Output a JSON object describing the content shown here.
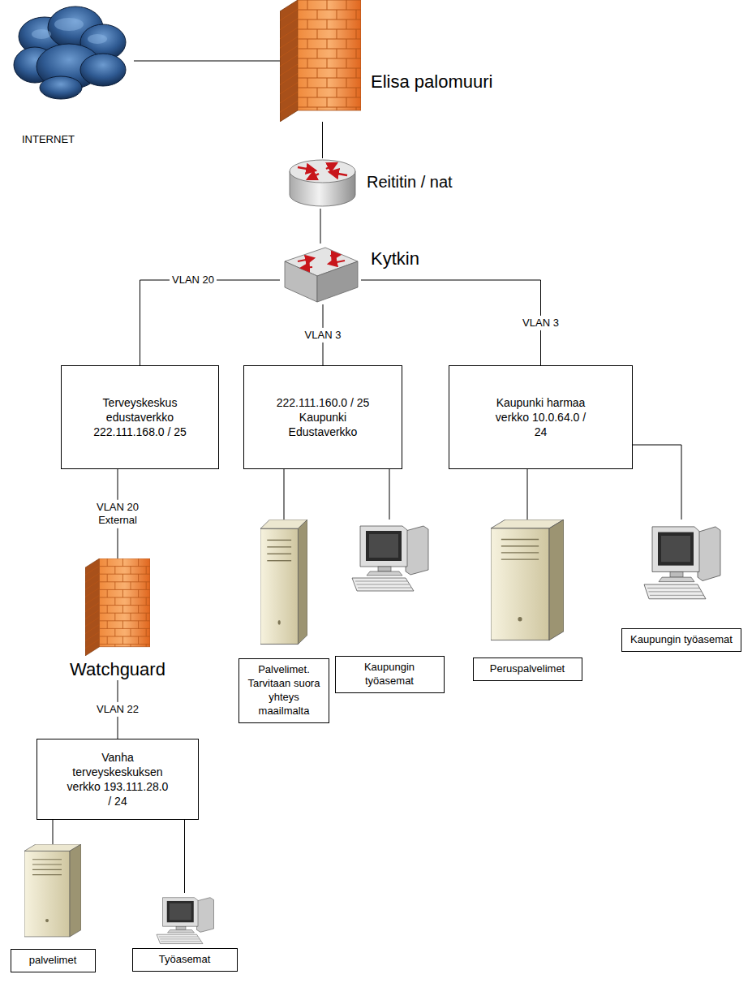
{
  "diagram": {
    "nodes": [
      {
        "text": [
          "INTERNET"
        ]
      },
      {
        "text": [
          "Elisa palomuuri"
        ]
      },
      {
        "text": [
          "Reititin / nat"
        ]
      },
      {
        "text": [
          "Kytkin"
        ]
      },
      {
        "text": [
          "Terveyskeskus edustaverkko 222.111.168.0 / 25"
        ]
      },
      {
        "text": [
          "222.111.160.0 / 25 Kaupunki Edustaverkko"
        ]
      },
      {
        "text": [
          "Kaupunki harmaa verkko 10.0.64.0 / 24"
        ]
      },
      {
        "text": [
          "Watchguard"
        ]
      },
      {
        "text": [
          "Vanha terveyskeskuksen verkko 193.111.28.0 / 24"
        ]
      },
      {
        "text": [
          "Palvelimet. Tarvitaan suora yhteys maailmalta"
        ]
      },
      {
        "text": [
          "Kaupungin työasemat"
        ]
      },
      {
        "text": [
          "Peruspalvelimet"
        ]
      },
      {
        "text": [
          "Kaupungin työasemat"
        ]
      },
      {
        "text": [
          "palvelimet"
        ]
      },
      {
        "text": [
          "Työasemat"
        ]
      }
    ],
    "edges": [
      {
        "from": 0,
        "to": 1,
        "arrow": "none"
      },
      {
        "from": 1,
        "to": 2,
        "arrow": "none"
      },
      {
        "from": 2,
        "to": 3,
        "arrow": "none"
      },
      {
        "from": 3,
        "to": 4,
        "label": "VLAN 20",
        "arrow": "none"
      },
      {
        "from": 3,
        "to": 5,
        "label": "VLAN 3",
        "arrow": "none"
      },
      {
        "from": 3,
        "to": 6,
        "label": "VLAN 3",
        "arrow": "none"
      },
      {
        "from": 4,
        "to": 7,
        "label": "VLAN 20 External",
        "arrow": "none"
      },
      {
        "from": 7,
        "to": 8,
        "label": "VLAN 22",
        "arrow": "none"
      },
      {
        "from": 5,
        "to": 9,
        "arrow": "none"
      },
      {
        "from": 5,
        "to": 10,
        "arrow": "none"
      },
      {
        "from": 6,
        "to": 11,
        "arrow": "none"
      },
      {
        "from": 6,
        "to": 12,
        "arrow": "none"
      },
      {
        "from": 8,
        "to": 13,
        "arrow": "none"
      },
      {
        "from": 8,
        "to": 14,
        "arrow": "none"
      }
    ]
  }
}
